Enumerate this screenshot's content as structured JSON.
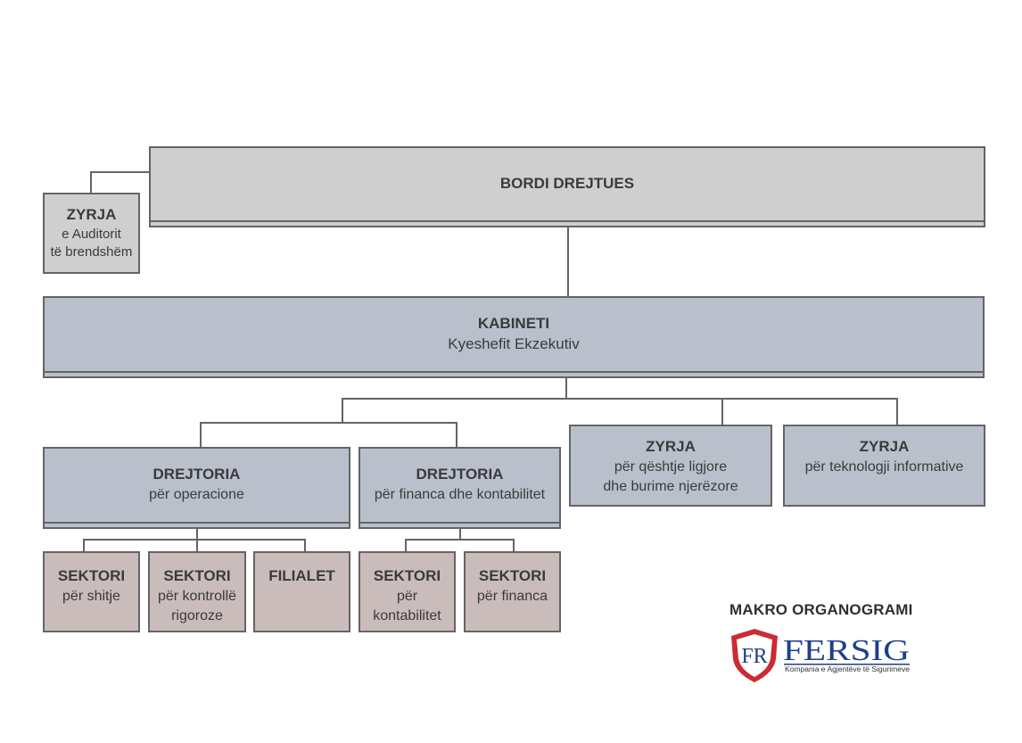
{
  "board": {
    "title": "BORDI DREJTUES"
  },
  "audit_office": {
    "title": "ZYRJA",
    "line1": "e Auditorit",
    "line2": "të brendshëm"
  },
  "cabinet": {
    "title": "KABINETI",
    "subtitle": "Kyeshefit Ekzekutiv"
  },
  "directorates": [
    {
      "title": "DREJTORIA",
      "subtitle": "për operacione"
    },
    {
      "title": "DREJTORIA",
      "subtitle": "për financa dhe kontabilitet"
    }
  ],
  "offices": [
    {
      "title": "ZYRJA",
      "line1": "për qështje ligjore",
      "line2": "dhe burime njerëzore"
    },
    {
      "title": "ZYRJA",
      "line1": "për teknologji informative",
      "line2": ""
    }
  ],
  "sectors": [
    {
      "title": "SEKTORI",
      "line1": "për shitje",
      "line2": ""
    },
    {
      "title": "SEKTORI",
      "line1": "për kontrollë",
      "line2": "rigoroze"
    },
    {
      "title": "FILIALET",
      "line1": "",
      "line2": ""
    },
    {
      "title": "SEKTORI",
      "line1": "për",
      "line2": "kontabilitet"
    },
    {
      "title": "SEKTORI",
      "line1": "për financa",
      "line2": ""
    }
  ],
  "caption": "MAKRO ORGANOGRAMI",
  "logo": {
    "mark": "FR",
    "name": "FERSIG",
    "tagline": "Kompania e Agjentëve të Sigurimeve",
    "colors": {
      "shield_red": "#cc2b33",
      "brand_blue": "#1f3f8c"
    }
  },
  "colors": {
    "board_fill": "#cfcfcf",
    "management_fill": "#b9c0cc",
    "sector_fill": "#cbbcbc",
    "border": "#646464"
  }
}
